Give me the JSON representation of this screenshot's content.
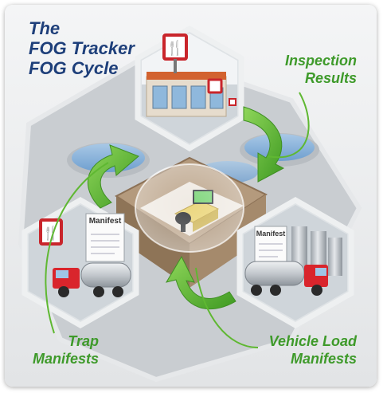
{
  "title": {
    "line1": "The",
    "line2": "FOG Tracker",
    "line3": "FOG Cycle"
  },
  "labels": {
    "inspection_line1": "Inspection",
    "inspection_line2": "Results",
    "trap_line1": "Trap",
    "trap_line2": "Manifests",
    "vehicle_line1": "Vehicle Load",
    "vehicle_line2": "Manifests"
  },
  "manifest_text": "Manifest",
  "colors": {
    "title": "#1e3f7a",
    "label_green": "#3e9a2a",
    "arrow_green": "#5fb832",
    "hex_border": "#e9ecee",
    "ground": "#c8ccd0",
    "truck_cab": "#d9252c",
    "tank": "#c9cdd2"
  }
}
